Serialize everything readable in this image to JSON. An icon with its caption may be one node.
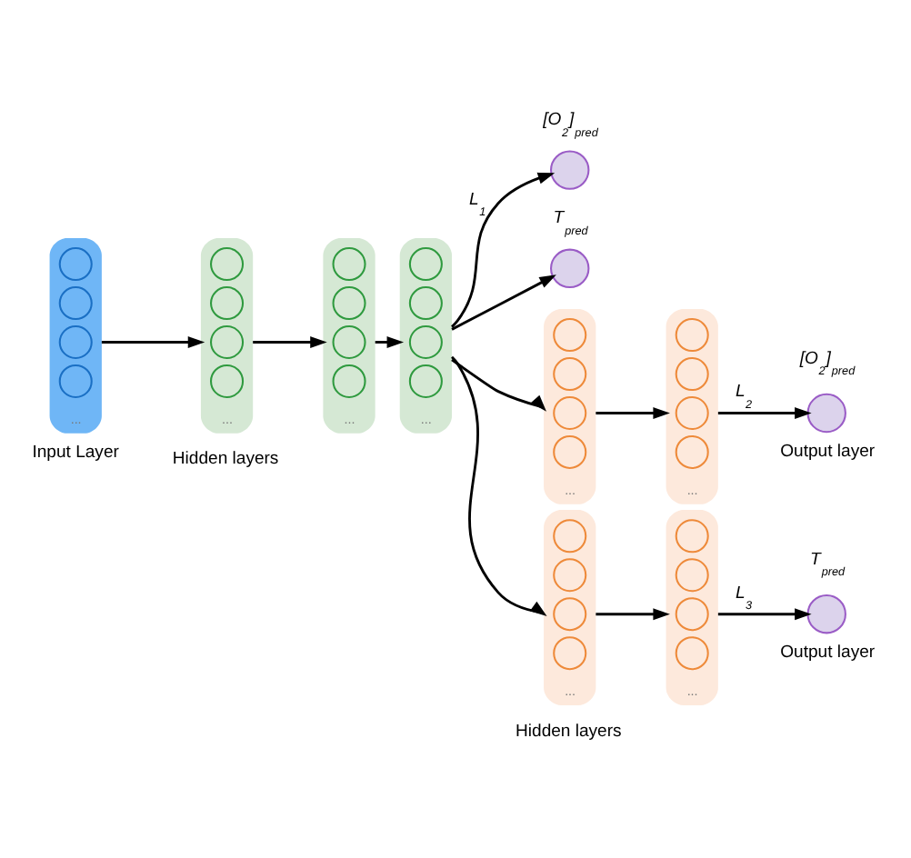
{
  "diagram": {
    "nodes": [
      {
        "text": [
          "..."
        ],
        "beside": [
          "Input Layer"
        ]
      },
      {
        "text": [],
        "shape": "circle",
        "in": 0
      },
      {
        "text": [],
        "shape": "circle",
        "in": 0
      },
      {
        "text": [],
        "shape": "circle",
        "in": 0
      },
      {
        "text": [],
        "shape": "circle",
        "in": 0
      },
      {
        "text": [
          "..."
        ]
      },
      {
        "text": [],
        "shape": "circle",
        "in": 5
      },
      {
        "text": [],
        "shape": "circle",
        "in": 5
      },
      {
        "text": [],
        "shape": "circle",
        "in": 5
      },
      {
        "text": [],
        "shape": "circle",
        "in": 5
      },
      {
        "text": [
          "..."
        ]
      },
      {
        "text": [],
        "shape": "circle",
        "in": 10
      },
      {
        "text": [],
        "shape": "circle",
        "in": 10
      },
      {
        "text": [],
        "shape": "circle",
        "in": 10
      },
      {
        "text": [],
        "shape": "circle",
        "in": 10
      },
      {
        "text": [
          "..."
        ]
      },
      {
        "text": [],
        "shape": "circle",
        "in": 15
      },
      {
        "text": [],
        "shape": "circle",
        "in": 15
      },
      {
        "text": [],
        "shape": "circle",
        "in": 15
      },
      {
        "text": [],
        "shape": "circle",
        "in": 15
      },
      {
        "text": [],
        "shape": "circle",
        "beside": [
          "[O$_{2}$]$_{pred}$"
        ]
      },
      {
        "text": [],
        "shape": "circle",
        "beside": [
          "T$_{pred}$"
        ]
      },
      {
        "text": [
          "..."
        ]
      },
      {
        "text": [],
        "shape": "circle",
        "in": 22
      },
      {
        "text": [],
        "shape": "circle",
        "in": 22
      },
      {
        "text": [],
        "shape": "circle",
        "in": 22
      },
      {
        "text": [],
        "shape": "circle",
        "in": 22
      },
      {
        "text": [
          "..."
        ]
      },
      {
        "text": [],
        "shape": "circle",
        "in": 27
      },
      {
        "text": [],
        "shape": "circle",
        "in": 27
      },
      {
        "text": [],
        "shape": "circle",
        "in": 27
      },
      {
        "text": [],
        "shape": "circle",
        "in": 27
      },
      {
        "text": [],
        "shape": "circle",
        "beside": [
          "[O$_{2}$]$_{pred}$",
          "Output layer"
        ]
      },
      {
        "text": [
          "..."
        ]
      },
      {
        "text": [],
        "shape": "circle",
        "in": 33
      },
      {
        "text": [],
        "shape": "circle",
        "in": 33
      },
      {
        "text": [],
        "shape": "circle",
        "in": 33
      },
      {
        "text": [],
        "shape": "circle",
        "in": 33
      },
      {
        "text": [
          "..."
        ]
      },
      {
        "text": [],
        "shape": "circle",
        "in": 38
      },
      {
        "text": [],
        "shape": "circle",
        "in": 38
      },
      {
        "text": [],
        "shape": "circle",
        "in": 38
      },
      {
        "text": [],
        "shape": "circle",
        "in": 38
      },
      {
        "text": [],
        "shape": "circle",
        "beside": [
          "T$_{pred}$",
          "Output layer"
        ]
      }
    ],
    "edges": [
      {
        "from": 0,
        "to": 5,
        "arrow": "to"
      },
      {
        "from": 5,
        "to": 10,
        "arrow": "to"
      },
      {
        "from": 10,
        "to": 15,
        "arrow": "to"
      },
      {
        "from": 15,
        "to": 20,
        "arrow": "to",
        "label": "L$_{1}$"
      },
      {
        "from": 15,
        "to": 21,
        "arrow": "to"
      },
      {
        "from": 15,
        "to": 22,
        "arrow": "to"
      },
      {
        "from": 15,
        "to": 33,
        "arrow": "to"
      },
      {
        "from": 22,
        "to": 27,
        "arrow": "to"
      },
      {
        "from": 27,
        "to": 32,
        "arrow": "to",
        "label": "L$_{2}$"
      },
      {
        "from": 33,
        "to": 38,
        "arrow": "to"
      },
      {
        "from": 38,
        "to": 43,
        "arrow": "to",
        "label": "L$_{3}$"
      }
    ],
    "labels": [
      "Hidden layers",
      "Hidden layers"
    ]
  }
}
